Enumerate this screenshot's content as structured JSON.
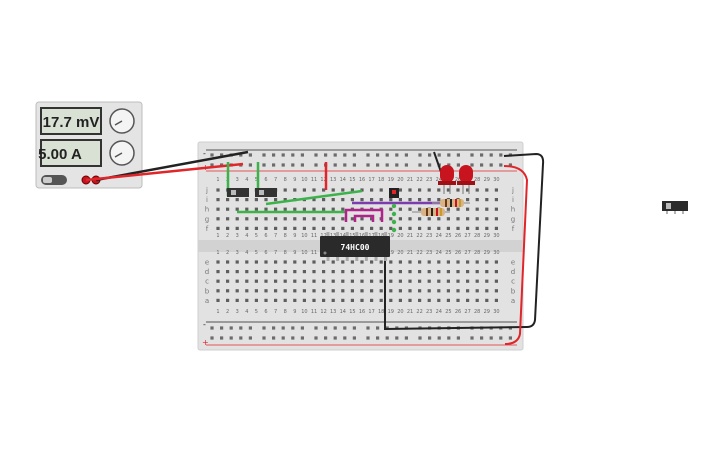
{
  "power_supply": {
    "voltage_display": "17.7 mV",
    "current_display": "5.00 A"
  },
  "chip": {
    "label": "74HC00"
  },
  "breadboard": {
    "columns": 30,
    "top_rows": [
      "f",
      "g",
      "h",
      "i",
      "j"
    ],
    "bottom_rows": [
      "a",
      "b",
      "c",
      "d",
      "e"
    ],
    "rail_plus": "+",
    "rail_minus": "-"
  },
  "components": {
    "leds": [
      "red-led",
      "red-led"
    ],
    "resistors": 2,
    "switches": 3
  },
  "colors": {
    "wire_red": "#e0262a",
    "wire_black": "#222222",
    "wire_green": "#3bb34a",
    "wire_magenta": "#b0238c",
    "wire_purple": "#7d3bb0",
    "led_red": "#c8141e"
  }
}
